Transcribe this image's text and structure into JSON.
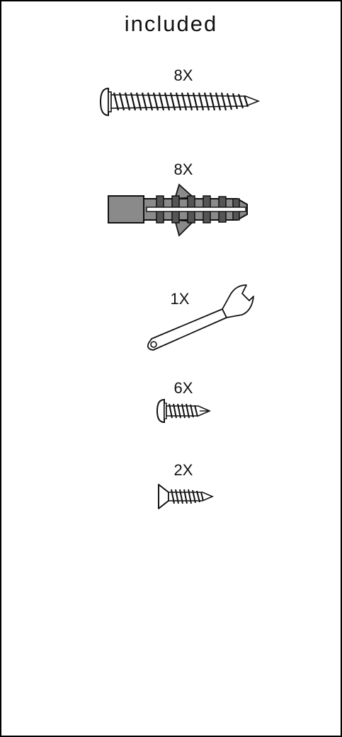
{
  "header": {
    "title": "included"
  },
  "items": [
    {
      "quantity": "8X",
      "icon": "long-pan-head-screw-icon"
    },
    {
      "quantity": "8X",
      "icon": "wall-anchor-icon"
    },
    {
      "quantity": "1X",
      "icon": "wrench-icon"
    },
    {
      "quantity": "6X",
      "icon": "self-drilling-screw-icon"
    },
    {
      "quantity": "2X",
      "icon": "countersunk-screw-icon"
    }
  ],
  "colors": {
    "line": "#111111",
    "anchor_fill": "#8a8a8a",
    "anchor_dark": "#555555"
  }
}
